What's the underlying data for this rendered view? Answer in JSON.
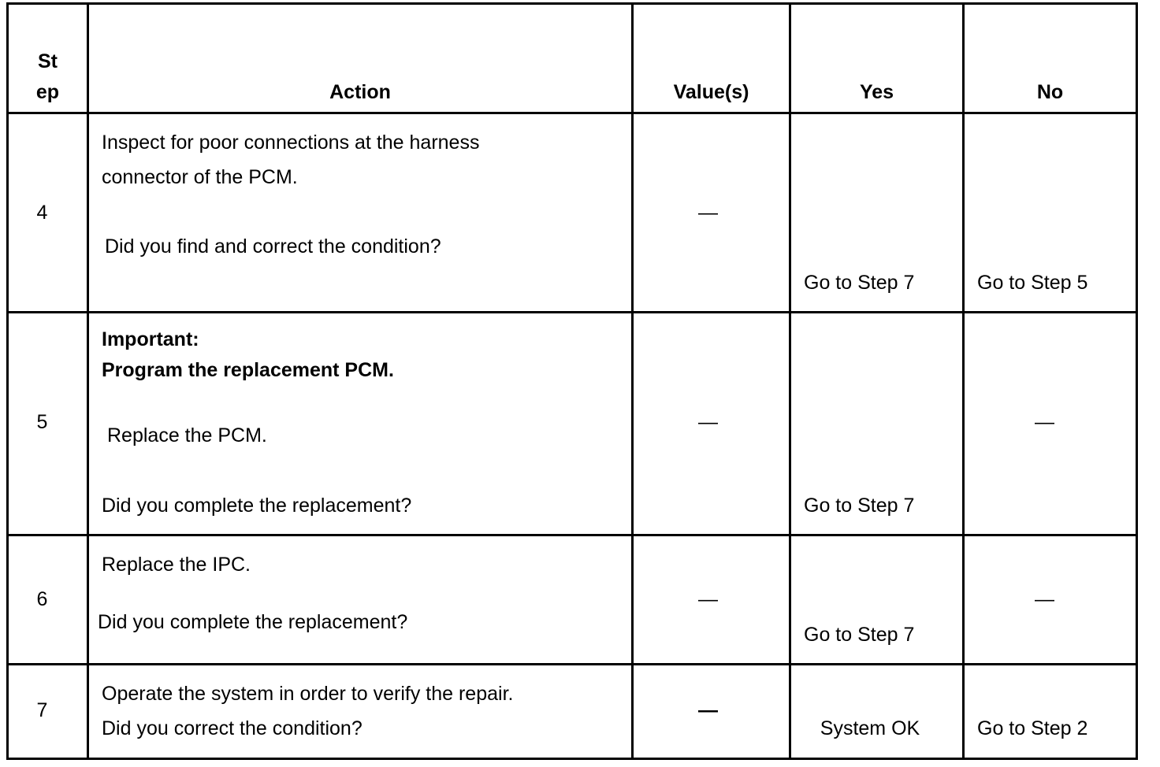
{
  "header": {
    "step_line1": "St",
    "step_line2": "ep",
    "action": "Action",
    "values": "Value(s)",
    "yes": "Yes",
    "no": "No"
  },
  "rows": [
    {
      "step": "4",
      "action_lines": [
        "Inspect for poor connections at the harness",
        "connector of the PCM.",
        "Did you find and correct the condition?"
      ],
      "value": "—",
      "yes": "Go to Step 7",
      "no": "Go to Step 5"
    },
    {
      "step": "5",
      "important_label": "Important:",
      "important_text": "Program the replacement PCM.",
      "action_lines": [
        "Replace the PCM.",
        "Did you complete the replacement?"
      ],
      "value": "—",
      "yes": "Go to Step 7",
      "no": "—"
    },
    {
      "step": "6",
      "action_lines": [
        "Replace the IPC.",
        "Did you complete the replacement?"
      ],
      "value": "—",
      "yes": "Go to Step 7",
      "no": "—"
    },
    {
      "step": "7",
      "action_lines": [
        "Operate the system in order to verify the repair.",
        "Did you correct the condition?"
      ],
      "value": "—",
      "yes": "System OK",
      "no": "Go to Step 2"
    }
  ]
}
